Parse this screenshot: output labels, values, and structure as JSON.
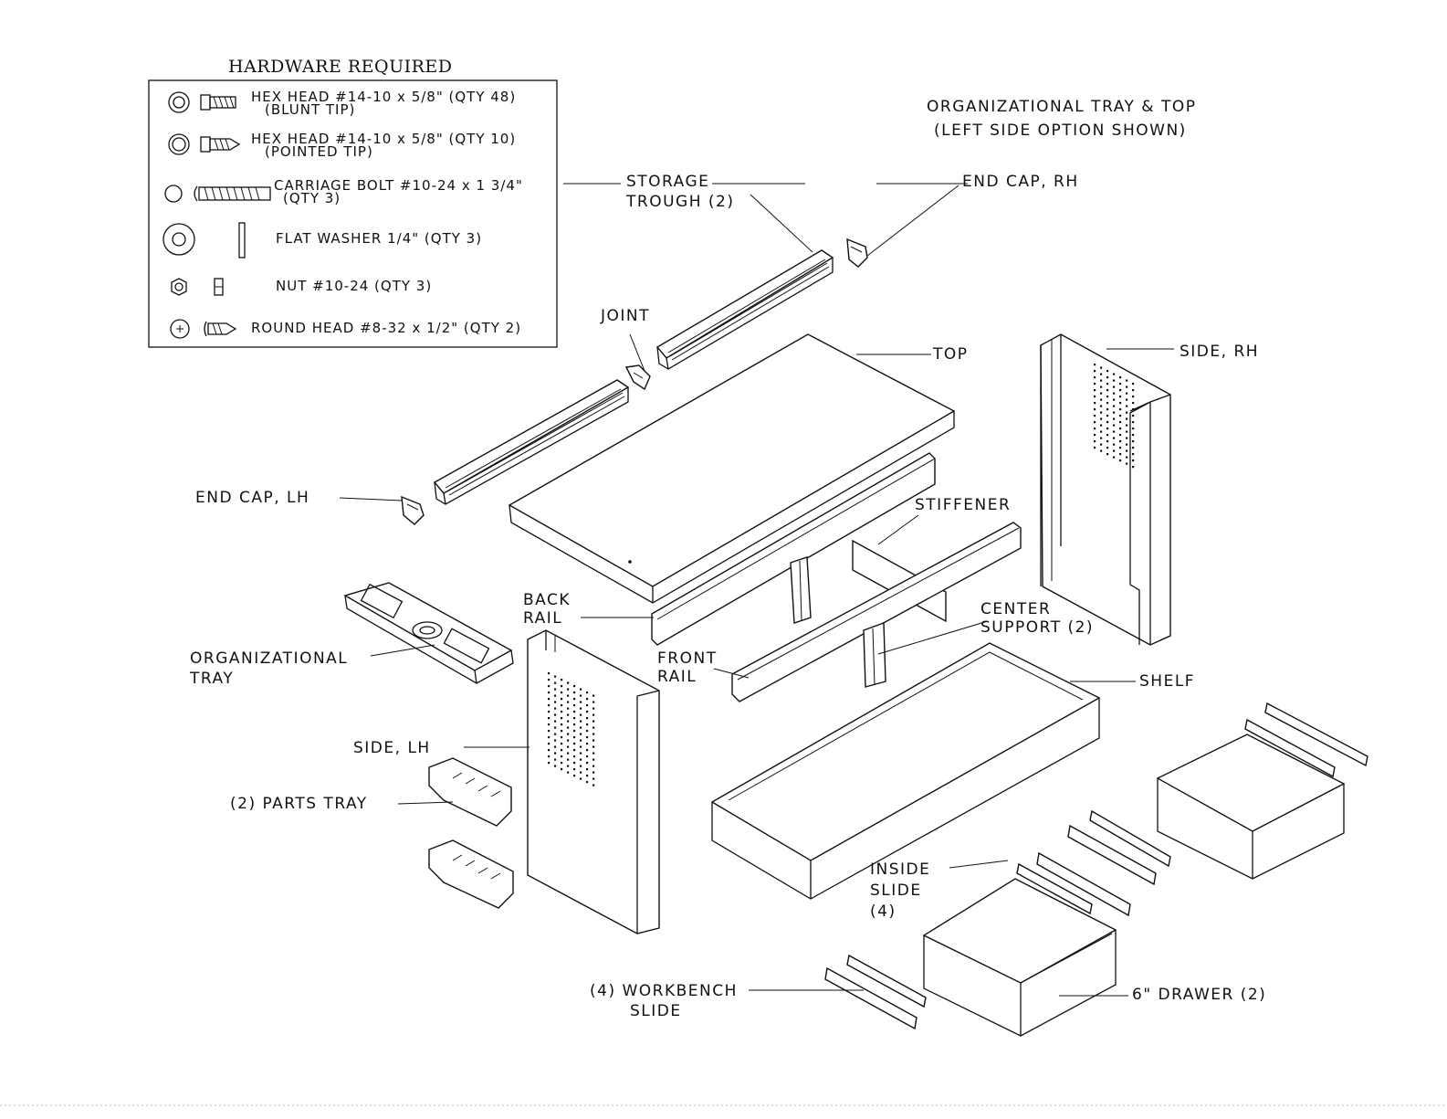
{
  "hardware": {
    "title": "HARDWARE REQUIRED",
    "items": [
      {
        "icon": "hex-head-screw-blunt-icon",
        "line1": "HEX HEAD #14-10 x 5/8\" (QTY 48)",
        "line2": "(BLUNT TIP)"
      },
      {
        "icon": "hex-head-screw-pointed-icon",
        "line1": "HEX HEAD #14-10 x 5/8\" (QTY 10)",
        "line2": "(POINTED TIP)"
      },
      {
        "icon": "carriage-bolt-icon",
        "line1": "CARRIAGE BOLT #10-24 x 1 3/4\"",
        "line2": "(QTY 3)"
      },
      {
        "icon": "flat-washer-icon",
        "line1": "FLAT WASHER 1/4\" (QTY 3)",
        "line2": ""
      },
      {
        "icon": "nut-icon",
        "line1": "NUT #10-24 (QTY 3)",
        "line2": ""
      },
      {
        "icon": "round-head-screw-icon",
        "line1": "ROUND HEAD #8-32 x 1/2\" (QTY 2)",
        "line2": ""
      }
    ]
  },
  "caption": {
    "line1": "ORGANIZATIONAL TRAY & TOP",
    "line2": "(LEFT SIDE OPTION SHOWN)"
  },
  "labels": {
    "storage_trough_1": "STORAGE",
    "storage_trough_2": "TROUGH (2)",
    "end_cap_rh": "END CAP, RH",
    "joint": "JOINT",
    "top": "TOP",
    "side_rh": "SIDE, RH",
    "end_cap_lh": "END CAP, LH",
    "stiffener": "STIFFENER",
    "back_rail_1": "BACK",
    "back_rail_2": "RAIL",
    "center_support_1": "CENTER",
    "center_support_2": "SUPPORT (2)",
    "org_tray_1": "ORGANIZATIONAL",
    "org_tray_2": "TRAY",
    "front_rail_1": "FRONT",
    "front_rail_2": "RAIL",
    "shelf": "SHELF",
    "side_lh": "SIDE, LH",
    "parts_tray": "(2) PARTS TRAY",
    "inside_slide_1": "INSIDE",
    "inside_slide_2": "SLIDE",
    "inside_slide_3": "(4)",
    "workbench_slide_1": "(4) WORKBENCH",
    "workbench_slide_2": "SLIDE",
    "drawer": "6\" DRAWER (2)"
  }
}
